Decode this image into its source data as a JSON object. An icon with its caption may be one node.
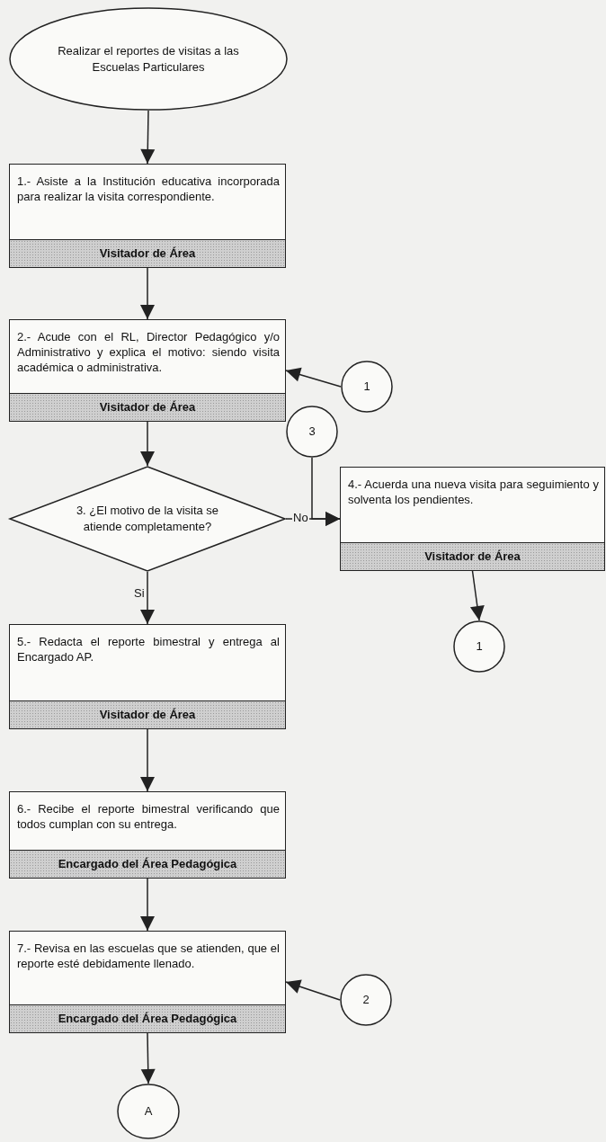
{
  "diagram": {
    "nodes": [
      {
        "text": [
          "Realizar el reportes de visitas a las Escuelas Particulares"
        ]
      },
      {
        "text": [
          "1.- Asiste a la Institución educativa incorporada para realizar la visita correspondiente.",
          "Visitador de Área"
        ]
      },
      {
        "text": [
          "2.- Acude con el RL, Director Pedagógico y/o Administrativo y explica el motivo: siendo visita académica o administrativa.",
          "Visitador de Área"
        ]
      },
      {
        "text": [
          "1"
        ]
      },
      {
        "text": [
          "3"
        ]
      },
      {
        "text": [
          "3. ¿El motivo de la visita se atiende completamente?"
        ]
      },
      {
        "text": [
          "4.- Acuerda una nueva visita para seguimiento y solventa los pendientes.",
          "Visitador de Área"
        ]
      },
      {
        "text": [
          "1"
        ]
      },
      {
        "text": [
          "5.- Redacta el reporte bimestral y entrega al Encargado AP.",
          "Visitador de Área"
        ]
      },
      {
        "text": [
          "6.- Recibe el reporte bimestral verificando que todos cumplan con su entrega.",
          "Encargado del Área Pedagógica"
        ]
      },
      {
        "text": [
          "7.- Revisa en las escuelas que se atienden, que el reporte esté debidamente llenado.",
          "Encargado del Área Pedagógica"
        ]
      },
      {
        "text": [
          "2"
        ]
      },
      {
        "text": [
          "A"
        ]
      }
    ],
    "edges": [
      {
        "from": 0,
        "to": 1,
        "arrow": "to"
      },
      {
        "from": 1,
        "to": 2,
        "arrow": "to"
      },
      {
        "from": 3,
        "to": 2,
        "arrow": "to"
      },
      {
        "from": 2,
        "to": 5,
        "arrow": "to"
      },
      {
        "from": 4,
        "to": 6,
        "arrow": "to"
      },
      {
        "from": 5,
        "to": 6,
        "arrow": "to",
        "label": "No"
      },
      {
        "from": 6,
        "to": 7,
        "arrow": "to"
      },
      {
        "from": 5,
        "to": 8,
        "arrow": "to",
        "label": "Si"
      },
      {
        "from": 8,
        "to": 9,
        "arrow": "to"
      },
      {
        "from": 9,
        "to": 10,
        "arrow": "to"
      },
      {
        "from": 11,
        "to": 10,
        "arrow": "to"
      },
      {
        "from": 10,
        "to": 12,
        "arrow": "to"
      }
    ]
  }
}
